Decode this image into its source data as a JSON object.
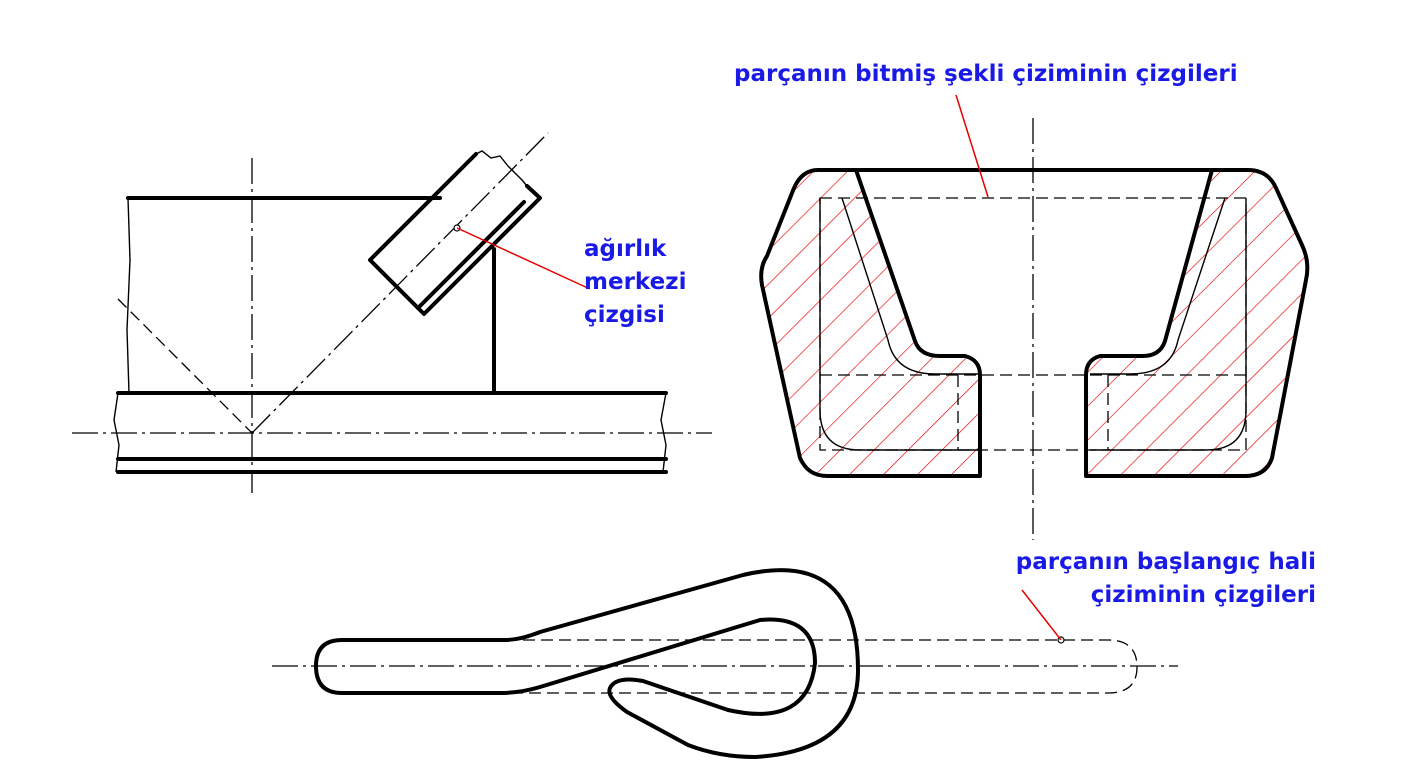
{
  "colors": {
    "label_text": "#1a1ae6",
    "leader_line": "#e60000",
    "hatch": "#e60000",
    "outline": "#000000"
  },
  "labels": {
    "finished_shape": "parçanın bitmiş şekli çiziminin çizgileri",
    "center_of_gravity": [
      "ağırlık",
      "merkezi",
      "çizgisi"
    ],
    "initial_state": [
      "parçanın başlangıç hali",
      "çiziminin çizgileri"
    ]
  }
}
